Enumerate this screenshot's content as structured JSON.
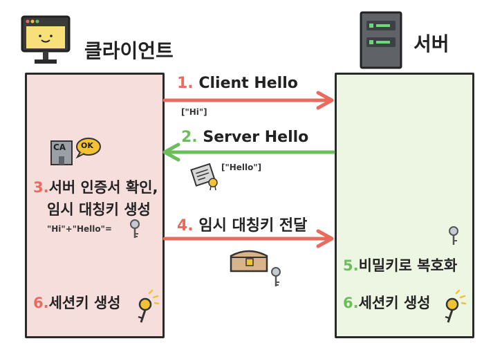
{
  "client": {
    "title": "클라이언트",
    "icon": "monitor-icon"
  },
  "server": {
    "title": "서버",
    "icon": "server-tower-icon"
  },
  "messages": {
    "m1": {
      "num": "1.",
      "label": "Client Hello",
      "payload": "[\"Hi\"]",
      "color": "#ea6a5e",
      "direction": "client-to-server"
    },
    "m2": {
      "num": "2.",
      "label": "Server Hello",
      "payload": "[\"Hello\"]",
      "color": "#6cbd5b",
      "direction": "server-to-client"
    },
    "m4": {
      "num": "4.",
      "label": "임시 대칭키 전달",
      "color": "#ea6a5e",
      "direction": "client-to-server"
    }
  },
  "client_steps": {
    "s3": {
      "num": "3.",
      "line1": "서버 인증서 확인,",
      "line2": "임시 대칭키 생성",
      "formula": "\"Hi\"+\"Hello\"="
    },
    "s6": {
      "num": "6.",
      "label": "세션키 생성"
    }
  },
  "server_steps": {
    "s5": {
      "num": "5.",
      "label": "비밀키로 복호화"
    },
    "s6": {
      "num": "6.",
      "label": "세션키 생성"
    }
  },
  "badges": {
    "ca": "CA",
    "ok": "OK"
  },
  "icons": [
    "monitor-icon",
    "server-tower-icon",
    "ca-building-icon",
    "certificate-icon",
    "key-icon",
    "lockbox-icon"
  ],
  "colors": {
    "client_bg": "#f6dedd",
    "server_bg": "#edf6e3",
    "accent_red": "#ea6a5e",
    "accent_green": "#6cbd5b",
    "key_gold": "#f1c232"
  }
}
